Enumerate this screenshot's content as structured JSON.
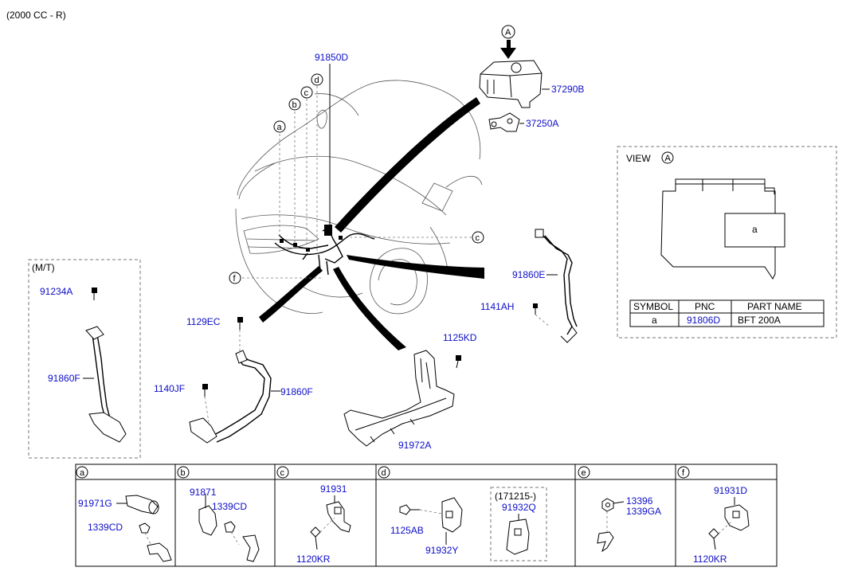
{
  "header": {
    "engine": "(2000 CC - R)"
  },
  "labels": {
    "p91850D": "91850D",
    "p37290B": "37290B",
    "p37250A": "37250A",
    "p91860E": "91860E",
    "p1141AH": "1141AH",
    "p1125KD": "1125KD",
    "p91972A": "91972A",
    "p1129EC": "1129EC",
    "p1140JF": "1140JF",
    "p91860F_main": "91860F",
    "p91234A": "91234A",
    "p91860F_mt": "91860F"
  },
  "callouts": {
    "A": "A",
    "a": "a",
    "b": "b",
    "c": "c",
    "d": "d",
    "e": "e",
    "f": "f"
  },
  "mt_box": {
    "title": "(M/T)"
  },
  "view_box": {
    "title": "VIEW",
    "marker": "A",
    "slot_label": "a",
    "table": {
      "headers": [
        "SYMBOL",
        "PNC",
        "PART NAME"
      ],
      "rows": [
        [
          "a",
          "91806D",
          "BFT 200A"
        ]
      ]
    }
  },
  "detail_panels": {
    "a": {
      "parts": [
        "91971G",
        "1339CD"
      ]
    },
    "b": {
      "parts": [
        "91871",
        "1339CD"
      ]
    },
    "c": {
      "parts": [
        "91931",
        "1120KR"
      ]
    },
    "d": {
      "parts": [
        "1125AB",
        "91932Y",
        "91932Q"
      ],
      "sub_note": "(171215-)"
    },
    "e": {
      "parts": [
        "13396",
        "1339GA"
      ]
    },
    "f": {
      "parts": [
        "91931D",
        "1120KR"
      ]
    }
  }
}
